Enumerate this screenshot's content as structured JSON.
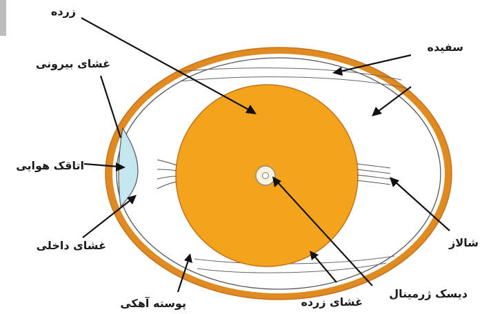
{
  "labels": {
    "yolk": "زرده",
    "outer_membrane": "غشای بیرونی",
    "albumen": "سفیده",
    "air_cell": "اتاقک هوایی",
    "inner_membrane": "غشای داخلی",
    "chalaza": "شالاز",
    "germinal_disc": "دیسک ژرمینال",
    "yolk_membrane": "غشای زرده",
    "shell": "پوسته آهکی"
  },
  "colors": {
    "shell": "#e08a22",
    "shell_dark": "#c8701a",
    "albumen": "#ffffff",
    "yolk": "#f4a41c",
    "air_cell": "#c4e6ef",
    "corner_mark": "#bcbcbc"
  }
}
